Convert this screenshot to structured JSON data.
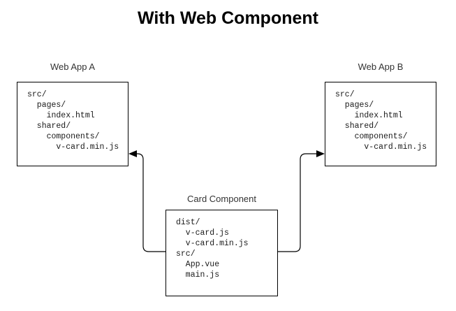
{
  "title": "With Web Component",
  "nodes": {
    "web_app_a": {
      "label": "Web App A",
      "tree": "src/\n  pages/\n    index.html\n  shared/\n    components/\n      v-card.min.js",
      "files": [
        "src/",
        "  pages/",
        "    index.html",
        "  shared/",
        "    components/",
        "      v-card.min.js"
      ]
    },
    "web_app_b": {
      "label": "Web App B",
      "tree": "src/\n  pages/\n    index.html\n  shared/\n    components/\n      v-card.min.js",
      "files": [
        "src/",
        "  pages/",
        "    index.html",
        "  shared/",
        "    components/",
        "      v-card.min.js"
      ]
    },
    "card_component": {
      "label": "Card Component",
      "tree": "dist/\n  v-card.js\n  v-card.min.js\nsrc/\n  App.vue\n  main.js",
      "files": [
        "dist/",
        "  v-card.js",
        "  v-card.min.js",
        "src/",
        "  App.vue",
        "  main.js"
      ]
    }
  },
  "connectors": [
    {
      "name": "card-component-to-web-app-a",
      "from": "card_component",
      "to": "web_app_a",
      "arrowhead": "left"
    },
    {
      "name": "card-component-to-web-app-b",
      "from": "card_component",
      "to": "web_app_b",
      "arrowhead": "right"
    }
  ],
  "colors": {
    "background": "#ffffff",
    "box_border": "#000000",
    "box_fill": "#ffffff",
    "text": "#000000",
    "label_text": "#333333",
    "connector": "#000000"
  }
}
